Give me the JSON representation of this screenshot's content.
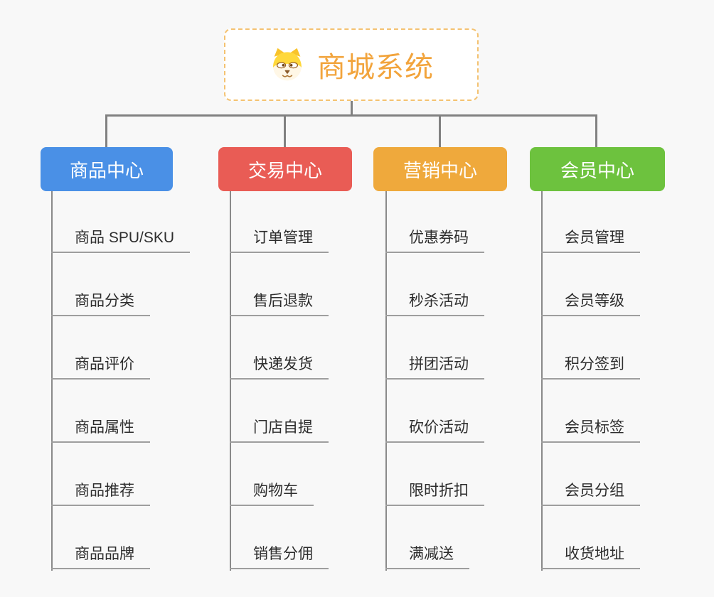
{
  "root": {
    "title": "商城系统",
    "icon": "dog-face-icon"
  },
  "branches": [
    {
      "label": "商品中心",
      "color": "#4a90e6",
      "items": [
        "商品 SPU/SKU",
        "商品分类",
        "商品评价",
        "商品属性",
        "商品推荐",
        "商品品牌"
      ]
    },
    {
      "label": "交易中心",
      "color": "#e95c55",
      "items": [
        "订单管理",
        "售后退款",
        "快递发货",
        "门店自提",
        "购物车",
        "销售分佣"
      ]
    },
    {
      "label": "营销中心",
      "color": "#efa93c",
      "items": [
        "优惠券码",
        "秒杀活动",
        "拼团活动",
        "砍价活动",
        "限时折扣",
        "满减送"
      ]
    },
    {
      "label": "会员中心",
      "color": "#6dc23e",
      "items": [
        "会员管理",
        "会员等级",
        "积分签到",
        "会员标签",
        "会员分组",
        "收货地址"
      ]
    }
  ],
  "colors": {
    "background": "#f8f8f8",
    "root_accent": "#f2a43c",
    "root_border": "#f4c271",
    "connector": "#818181",
    "leaf_underline": "#9e9e9e",
    "leaf_text": "#2d2d2d"
  }
}
